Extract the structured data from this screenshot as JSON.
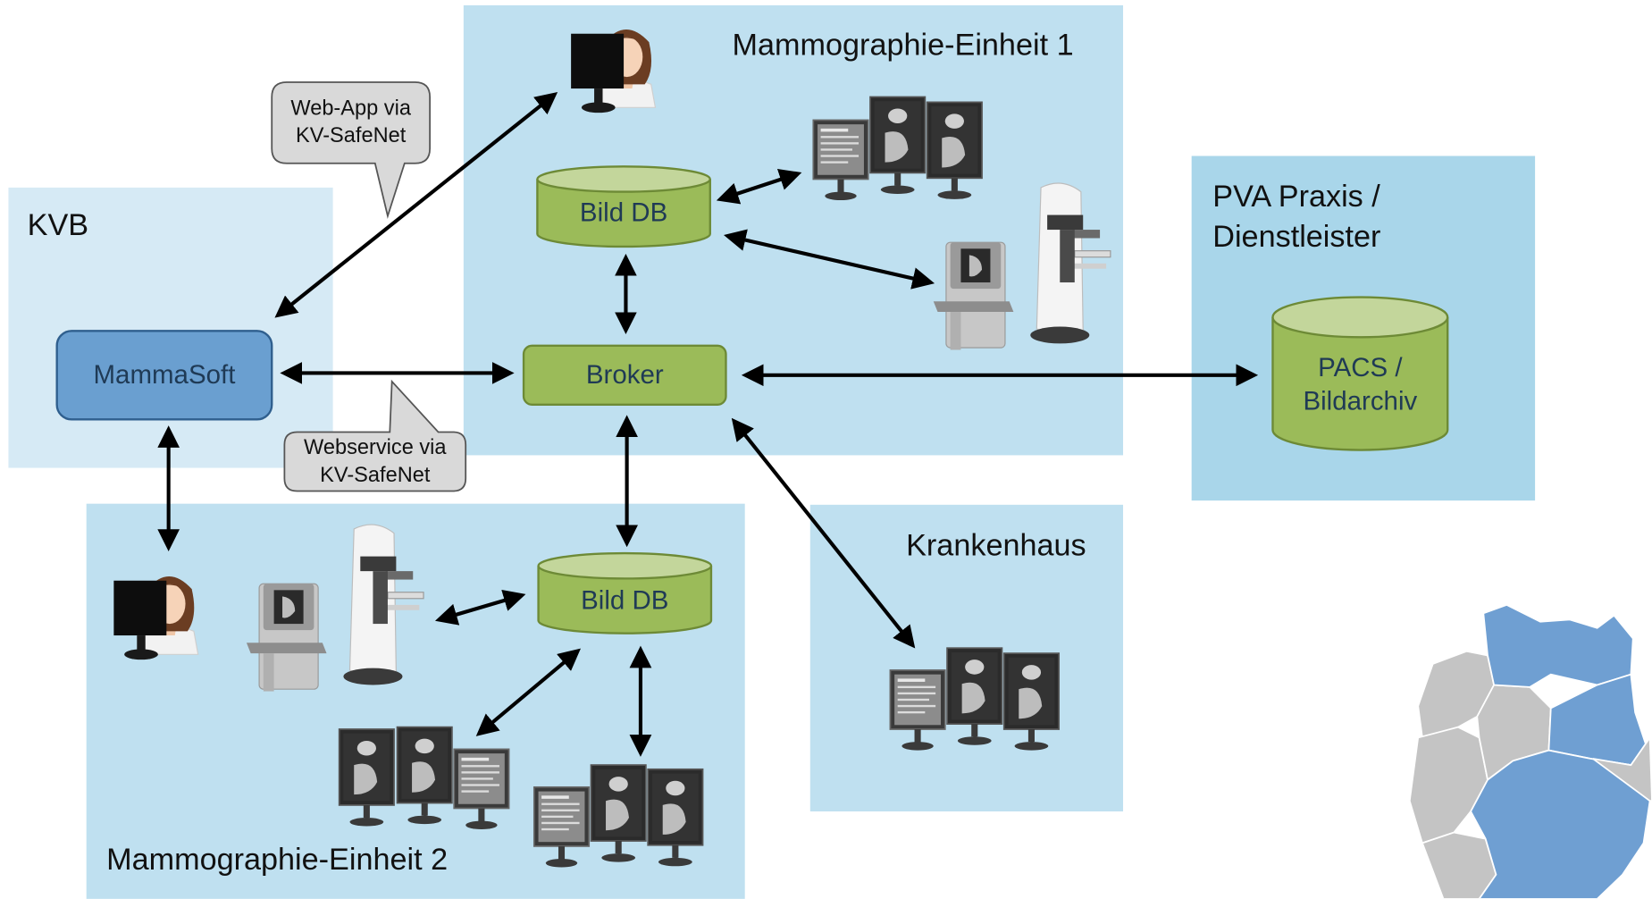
{
  "zones": {
    "kvb": "KVB",
    "me1": "Mammographie-Einheit 1",
    "me2": "Mammographie-Einheit 2",
    "krankenhaus": "Krankenhaus",
    "pva": "PVA Praxis /\nDienstleister"
  },
  "nodes": {
    "mammasoft": "MammaSoft",
    "broker": "Broker",
    "bild_db_1": "Bild DB",
    "bild_db_2": "Bild DB",
    "pacs": "PACS /\nBildarchiv"
  },
  "callouts": {
    "webapp": "Web-App via\nKV-SafeNet",
    "webservice": "Webservice via\nKV-SafeNet"
  },
  "icons": [
    "radiologist-icon",
    "display-workstation-icon",
    "mammography-unit-icon",
    "germany-map-icon"
  ],
  "colors": {
    "zone_light": "#d6eaf5",
    "zone": "#bfe0f0",
    "zone_pva": "#a9d6ea",
    "node_blue": "#6a9fd0",
    "node_green": "#9bbb59",
    "map_gray": "#c4c4c4",
    "map_blue": "#6f9fd2"
  }
}
